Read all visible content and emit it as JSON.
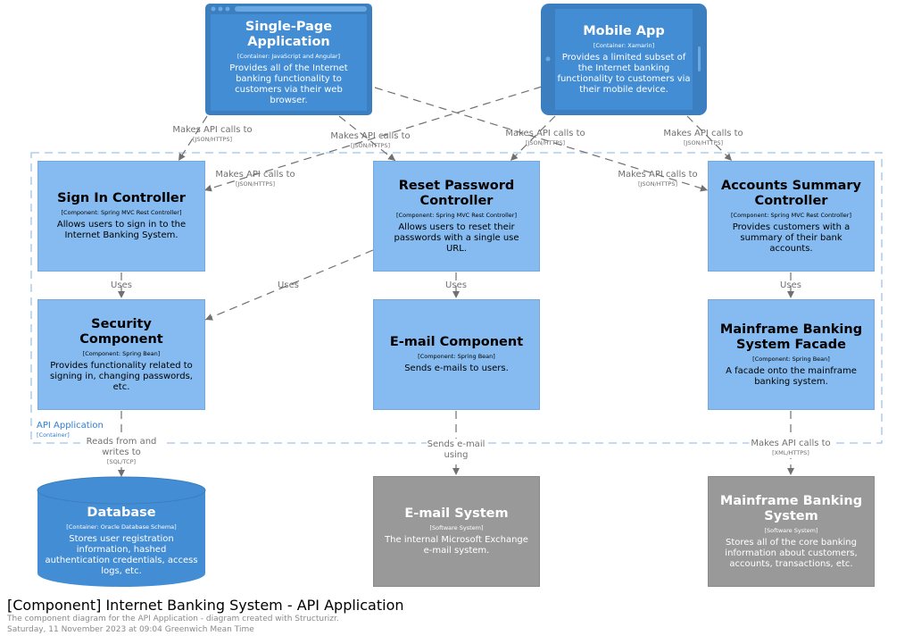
{
  "boundary": {
    "name": "API Application",
    "type": "[Container]"
  },
  "containers": {
    "spa": {
      "name": "Single-Page Application",
      "tech": "[Container: JavaScript and Angular]",
      "desc": "Provides all of the Internet banking functionality to customers via their web browser."
    },
    "mobile": {
      "name": "Mobile App",
      "tech": "[Container: Xamarin]",
      "desc": "Provides a limited subset of the Internet banking functionality to customers via their mobile device."
    },
    "database": {
      "name": "Database",
      "tech": "[Container: Oracle Database Schema]",
      "desc": "Stores user registration information, hashed authentication credentials, access logs, etc."
    }
  },
  "components": {
    "signin": {
      "name": "Sign In Controller",
      "tech": "[Component: Spring MVC Rest Controller]",
      "desc": "Allows users to sign in to the Internet Banking System."
    },
    "reset": {
      "name": "Reset Password Controller",
      "tech": "[Component: Spring MVC Rest Controller]",
      "desc": "Allows users to reset their passwords with a single use URL."
    },
    "accounts": {
      "name": "Accounts Summary Controller",
      "tech": "[Component: Spring MVC Rest Controller]",
      "desc": "Provides customers with a summary of their bank accounts."
    },
    "security": {
      "name": "Security Component",
      "tech": "[Component: Spring Bean]",
      "desc": "Provides functionality related to signing in, changing passwords, etc."
    },
    "email": {
      "name": "E-mail Component",
      "tech": "[Component: Spring Bean]",
      "desc": "Sends e-mails to users."
    },
    "facade": {
      "name": "Mainframe Banking System Facade",
      "tech": "[Component: Spring Bean]",
      "desc": "A facade onto the mainframe banking system."
    }
  },
  "systems": {
    "emailsys": {
      "name": "E-mail System",
      "tech": "[Software System]",
      "desc": "The internal Microsoft Exchange e-mail system."
    },
    "mainframe": {
      "name": "Mainframe Banking System",
      "tech": "[Software System]",
      "desc": "Stores all of the core banking information about customers, accounts, transactions, etc."
    }
  },
  "relationships": {
    "api_calls": {
      "desc": "Makes API calls to",
      "tech": "[JSON/HTTPS]"
    },
    "uses": "Uses",
    "db": {
      "desc": "Reads from and writes to",
      "tech": "[SQL/TCP]"
    },
    "send_email": "Sends e-mail using",
    "mainframe_calls": {
      "desc": "Makes API calls to",
      "tech": "[XML/HTTPS]"
    }
  },
  "footer": {
    "title": "[Component] Internet Banking System - API Application",
    "description": "The component diagram for the API Application - diagram created with Structurizr.",
    "date": "Saturday, 11 November 2023 at 09:04 Greenwich Mean Time"
  },
  "colors": {
    "component": "#85bbf0",
    "container": "#438dd5",
    "external": "#999999",
    "boundary": "#2d7dd2",
    "line": "#707070"
  }
}
